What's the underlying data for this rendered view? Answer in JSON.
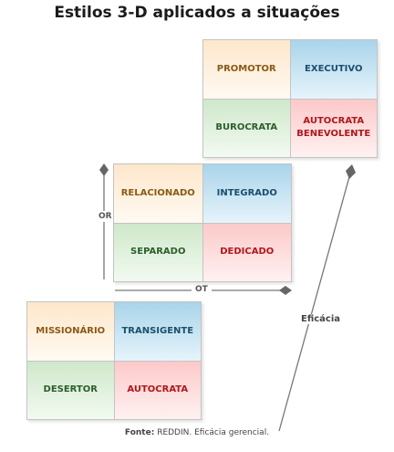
{
  "title": "Estilos 3-D aplicados a situações",
  "grids": {
    "top": {
      "top_left": "PROMOTOR",
      "top_right": "EXECUTIVO",
      "bottom_left": "BUROCRATA",
      "bottom_right_line1": "AUTOCRATA",
      "bottom_right_line2": "BENEVOLENTE"
    },
    "middle": {
      "top_left": "RELACIONADO",
      "top_right": "INTEGRADO",
      "bottom_left": "SEPARADO",
      "bottom_right": "DEDICADO"
    },
    "bottom": {
      "top_left": "MISSIONÁRIO",
      "top_right": "TRANSIGENTE",
      "bottom_left": "DESERTOR",
      "bottom_right": "AUTOCRATA"
    }
  },
  "axes": {
    "or_label": "OR",
    "ot_label": "OT",
    "efficacy_label": "Eficácia"
  },
  "source": {
    "prefix": "Fonte:",
    "text": "REDDIN. Eficácia gerencial."
  }
}
